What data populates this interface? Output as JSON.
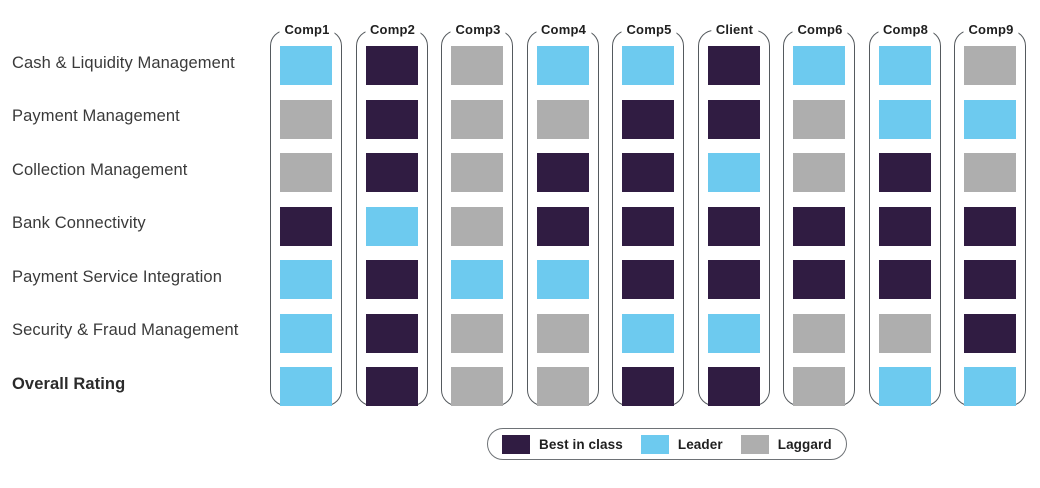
{
  "chart_data": {
    "type": "heatmap",
    "title": "",
    "xlabel": "",
    "ylabel": "",
    "legend_position": "bottom-center",
    "grid": false,
    "categories": [
      "Comp1",
      "Comp2",
      "Comp3",
      "Comp4",
      "Comp5",
      "Client",
      "Comp6",
      "Comp8",
      "Comp9"
    ],
    "rows": [
      "Cash & Liquidity Management",
      "Payment Management",
      "Collection Management",
      "Bank Connectivity",
      "Payment Service Integration",
      "Security & Fraud Management",
      "Overall Rating"
    ],
    "rating_levels": [
      "Best in class",
      "Leader",
      "Laggard"
    ],
    "rating_colors": {
      "Best in class": "#301C42",
      "Leader": "#6DCAEF",
      "Laggard": "#AEAEAE"
    },
    "values": [
      [
        "Leader",
        "Best in class",
        "Laggard",
        "Leader",
        "Leader",
        "Best in class",
        "Leader",
        "Leader",
        "Laggard"
      ],
      [
        "Laggard",
        "Best in class",
        "Laggard",
        "Laggard",
        "Best in class",
        "Best in class",
        "Laggard",
        "Leader",
        "Leader"
      ],
      [
        "Laggard",
        "Best in class",
        "Laggard",
        "Best in class",
        "Best in class",
        "Leader",
        "Laggard",
        "Best in class",
        "Laggard"
      ],
      [
        "Best in class",
        "Leader",
        "Laggard",
        "Best in class",
        "Best in class",
        "Best in class",
        "Best in class",
        "Best in class",
        "Best in class"
      ],
      [
        "Leader",
        "Best in class",
        "Leader",
        "Leader",
        "Best in class",
        "Best in class",
        "Best in class",
        "Best in class",
        "Best in class"
      ],
      [
        "Leader",
        "Best in class",
        "Laggard",
        "Laggard",
        "Leader",
        "Leader",
        "Laggard",
        "Laggard",
        "Best in class"
      ],
      [
        "Leader",
        "Best in class",
        "Laggard",
        "Laggard",
        "Best in class",
        "Best in class",
        "Laggard",
        "Leader",
        "Leader"
      ]
    ]
  },
  "matrix": {
    "row_labels": [
      {
        "text": "Cash & Liquidity Management",
        "summary": false
      },
      {
        "text": "Payment Management",
        "summary": false
      },
      {
        "text": "Collection Management",
        "summary": false
      },
      {
        "text": "Bank Connectivity",
        "summary": false
      },
      {
        "text": "Payment Service Integration",
        "summary": false
      },
      {
        "text": "Security & Fraud Management",
        "summary": false
      },
      {
        "text": "Overall Rating",
        "summary": true
      }
    ],
    "columns": [
      "Comp1",
      "Comp2",
      "Comp3",
      "Comp4",
      "Comp5",
      "Client",
      "Comp6",
      "Comp8",
      "Comp9"
    ]
  },
  "legend": {
    "items": [
      {
        "label": "Best in class",
        "color": "#301C42",
        "key": "best"
      },
      {
        "label": "Leader",
        "color": "#6DCAEF",
        "key": "leader"
      },
      {
        "label": "Laggard",
        "color": "#AEAEAE",
        "key": "laggard"
      }
    ]
  }
}
